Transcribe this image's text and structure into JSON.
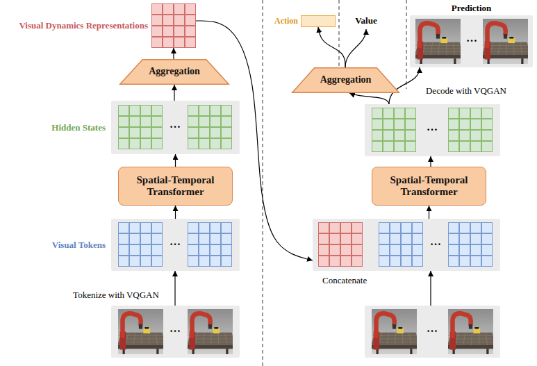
{
  "diagram": {
    "nodes": [
      {
        "text": [
          "Visual Dynamics Representations"
        ]
      },
      {
        "text": [
          "Aggregation"
        ]
      },
      {
        "text": [
          "Hidden States"
        ]
      },
      {
        "text": [
          "Spatial-Temporal Transformer"
        ]
      },
      {
        "text": [
          "Visual Tokens"
        ]
      },
      {
        "text": [
          "Action"
        ]
      },
      {
        "text": [
          "Prediction"
        ]
      },
      {
        "text": [
          "Aggregation"
        ]
      },
      {
        "text": [
          "Spatial-Temporal Transformer"
        ]
      },
      {
        "text": [
          "Concatenate"
        ]
      }
    ],
    "edges": [
      {
        "from": 4,
        "to": 3,
        "arrow": "to"
      },
      {
        "from": 3,
        "to": 2,
        "arrow": "to"
      },
      {
        "from": 2,
        "to": 1,
        "arrow": "to"
      },
      {
        "from": 1,
        "to": 0,
        "arrow": "to"
      },
      {
        "from": 0,
        "to": 9,
        "arrow": "to"
      },
      {
        "from": 9,
        "to": 8,
        "arrow": "to"
      },
      {
        "from": 7,
        "to": 5,
        "arrow": "to"
      }
    ],
    "labels": [
      "Value",
      "Decode with VQGAN",
      "Tokenize with VQGAN",
      "…",
      "…",
      "…",
      "…",
      "…",
      "…",
      "…"
    ]
  }
}
